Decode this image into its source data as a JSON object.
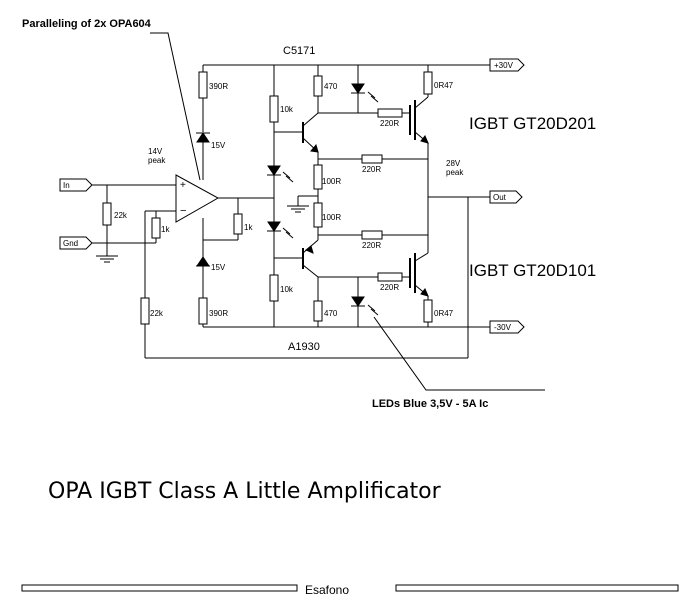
{
  "labels": {
    "heading": "Paralleling of 2x OPA604",
    "top_transistor": "C5171",
    "bottom_transistor": "A1930",
    "igbt_top": "IGBT GT20D201",
    "igbt_bottom": "IGBT GT20D101",
    "peak_in_v": "14V",
    "peak_in_word": "peak",
    "peak_out_v": "28V",
    "peak_out_word": "peak",
    "leds_note": "LEDs Blue 3,5V - 5A Ic",
    "title": "OPA IGBT Class A Little Amplificator",
    "credit": "Esafono"
  },
  "ports": {
    "in": "In",
    "gnd": "Gnd",
    "out": "Out",
    "vpos": "+30V",
    "vneg": "-30V"
  },
  "components": {
    "r_top_left": "390R",
    "r_bottom_left": "390R",
    "zener_top": "15V",
    "zener_bottom": "15V",
    "r_input": "22k",
    "r_in_fb": "1k",
    "r_out_fb": "1k",
    "r_feedback": "22k",
    "r_bias_top": "10k",
    "r_bias_bottom": "10k",
    "r_emit_top": "100R",
    "r_emit_bottom": "100R",
    "r_coll_top": "470",
    "r_coll_bottom": "470",
    "r_gate_top": "220R",
    "r_gate_bottom": "220R",
    "r_mid_top": "220R",
    "r_mid_bottom": "220R",
    "r_igbt_top": "0R47",
    "r_igbt_bottom": "0R47"
  }
}
